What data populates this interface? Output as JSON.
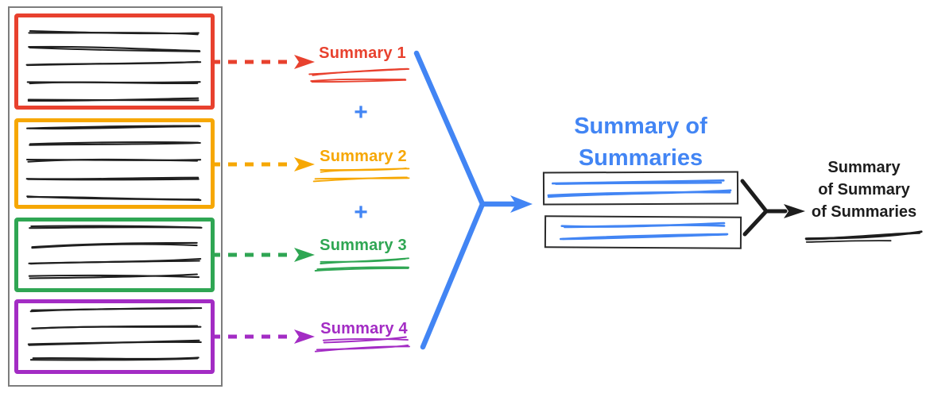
{
  "palette": {
    "red": "#e8412e",
    "orange": "#f6a703",
    "green": "#2fa653",
    "purple": "#a32cc4",
    "blue": "#4285f4",
    "ink": "#1f1f1f",
    "black": "#1d1d1d",
    "gray": "#7d7d7d",
    "box_border": "#2b2b2b"
  },
  "summaries": [
    {
      "label": "Summary 1"
    },
    {
      "label": "Summary 2"
    },
    {
      "label": "Summary 3"
    },
    {
      "label": "Summary 4"
    }
  ],
  "operators": {
    "plus1": "+",
    "plus2": "+"
  },
  "intermediate_title": {
    "line1": "Summary of",
    "line2": "Summaries"
  },
  "final_title": {
    "line1": "Summary",
    "line2": "of Summary",
    "line3": "of Summaries"
  }
}
